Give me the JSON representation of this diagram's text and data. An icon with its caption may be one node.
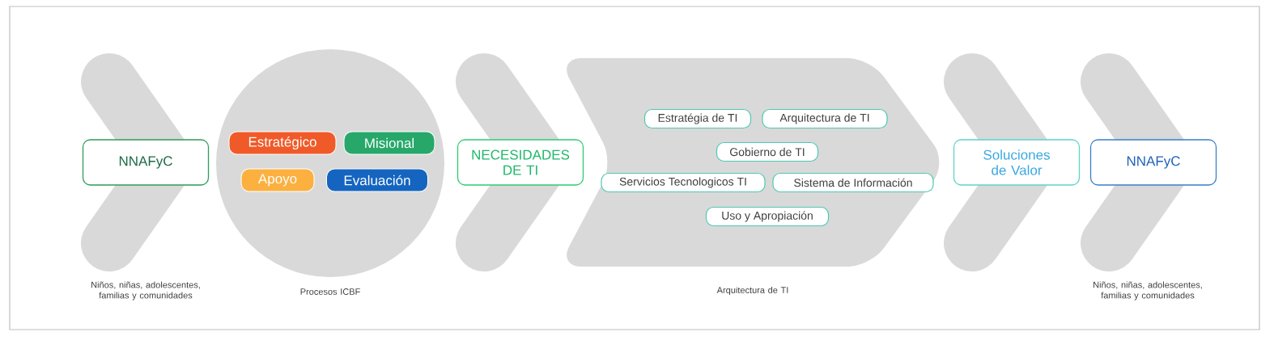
{
  "diagram": {
    "nodes": [
      {
        "text": [
          "NNAFyC"
        ]
      },
      {
        "text": [],
        "shape": "circle",
        "beside": [
          "Procesos ICBF"
        ]
      },
      {
        "text": [
          "Estratégico"
        ],
        "in": 1
      },
      {
        "text": [
          "Misional"
        ],
        "in": 1
      },
      {
        "text": [
          "Apoyo"
        ],
        "in": 1
      },
      {
        "text": [
          "Evaluación"
        ],
        "in": 1
      },
      {
        "text": [
          "NECESIDADES DE TI"
        ]
      },
      {
        "text": [],
        "shape": "arrow",
        "beside": [
          "Arquitectura de TI"
        ]
      },
      {
        "text": [
          "Estratégia de TI"
        ],
        "in": 7
      },
      {
        "text": [
          "Arquitectura de TI"
        ],
        "in": 7
      },
      {
        "text": [
          "Gobierno de TI"
        ],
        "in": 7
      },
      {
        "text": [
          "Servicios Tecnologicos TI"
        ],
        "in": 7
      },
      {
        "text": [
          "Sistema de Información"
        ],
        "in": 7
      },
      {
        "text": [
          "Uso y Apropiación"
        ],
        "in": 7
      },
      {
        "text": [
          "Soluciones de Valor"
        ]
      },
      {
        "text": [
          "NNAFyC"
        ]
      }
    ],
    "labels": [
      "Niños, niñas, adolescentes, familias y comunidades",
      "Niños, niñas, adolescentes, familias y comunidades"
    ]
  }
}
